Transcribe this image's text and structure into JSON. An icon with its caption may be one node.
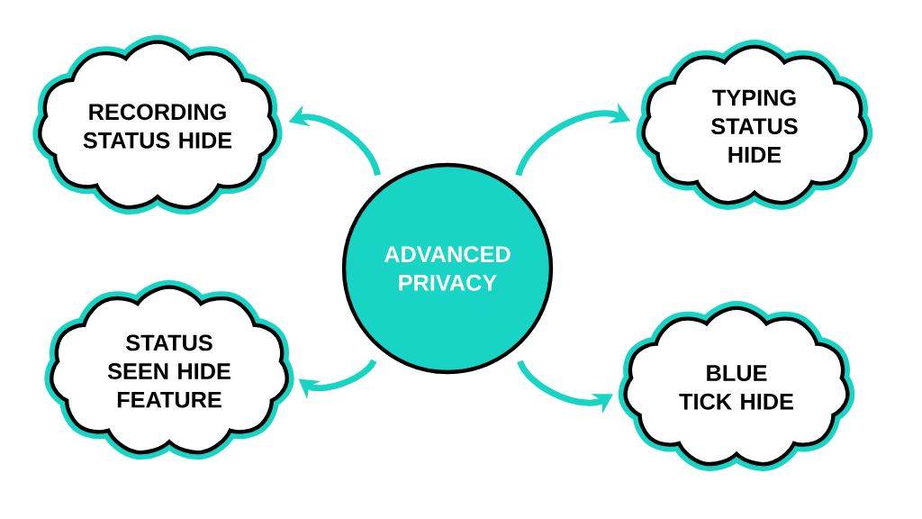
{
  "diagram": {
    "nodes": [
      {
        "text": [
          "ADVANCED PRIVACY"
        ]
      },
      {
        "text": [
          "RECORDING STATUS HIDE"
        ]
      },
      {
        "text": [
          "TYPING STATUS HIDE"
        ]
      },
      {
        "text": [
          "STATUS SEEN HIDE FEATURE"
        ]
      },
      {
        "text": [
          "BLUE TICK HIDE"
        ]
      }
    ],
    "edges": [
      {
        "from": 0,
        "to": 1,
        "arrow": "to"
      },
      {
        "from": 0,
        "to": 2,
        "arrow": "to"
      },
      {
        "from": 0,
        "to": 3,
        "arrow": "to"
      },
      {
        "from": 0,
        "to": 4,
        "arrow": "to"
      }
    ]
  }
}
